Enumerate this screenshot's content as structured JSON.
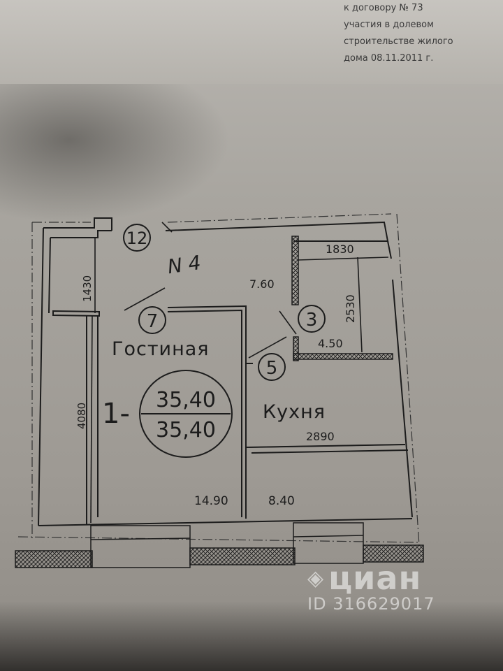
{
  "header": {
    "lines": [
      "к договору № 73",
      "участия в долевом",
      "строительстве жилого",
      "дома 08.11.2011 г."
    ]
  },
  "plan": {
    "apartment_number": "N 4",
    "apartment_type": "1-",
    "area_total": "35,40",
    "area_living": "35,40",
    "axis_label": "12",
    "rooms": [
      {
        "number": "7",
        "name": "Гостиная",
        "area": "14.90"
      },
      {
        "number": "5",
        "name": "Кухня",
        "area": "8.40"
      },
      {
        "number": "3",
        "name": "",
        "area": "4.50"
      },
      {
        "number": "",
        "name": "",
        "area": "7.60"
      }
    ],
    "dimensions": [
      "1430",
      "4080",
      "1830",
      "2530",
      "2890"
    ]
  },
  "watermark": {
    "brand": "циан",
    "id": "ID 316629017"
  },
  "colors": {
    "ink": "#1c1c1c",
    "paper": "#b3b0aa",
    "watermark": "#ffffff"
  }
}
